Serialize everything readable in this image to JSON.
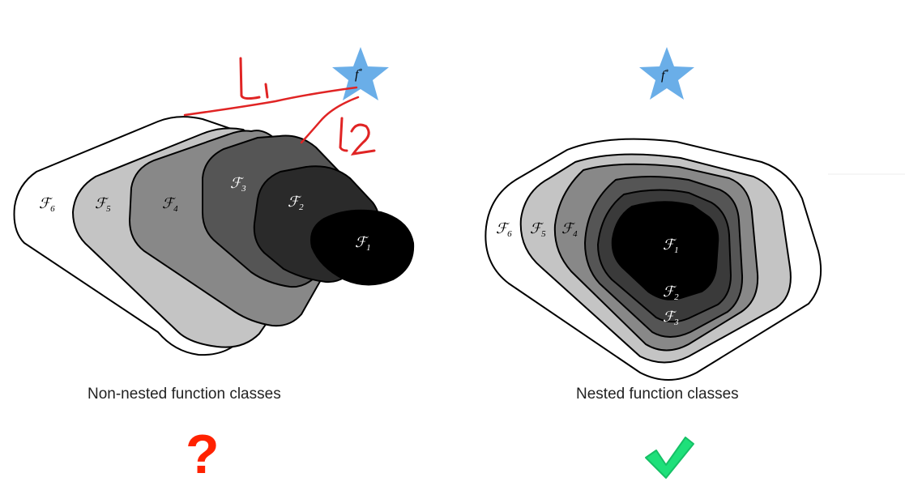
{
  "left_diagram": {
    "caption": "Non-nested function classes",
    "target_label": "f*",
    "class_labels": [
      "F1",
      "F2",
      "F3",
      "F4",
      "F5",
      "F6"
    ],
    "annotations": [
      "L1",
      "L2"
    ],
    "verdict": "?",
    "verdict_color": "#ff2200"
  },
  "right_diagram": {
    "caption": "Nested function classes",
    "target_label": "f*",
    "class_labels": [
      "F1",
      "F2",
      "F3",
      "F4",
      "F5",
      "F6"
    ],
    "verdict": "✔",
    "verdict_color": "#1ee07a"
  },
  "colors": {
    "star": "#6aaee8",
    "annotation": "#e02424",
    "f1": "#000000",
    "f2": "#2a2a2a",
    "f3": "#555555",
    "f4": "#888888",
    "f5": "#c4c4c4",
    "f6": "#ffffff"
  }
}
